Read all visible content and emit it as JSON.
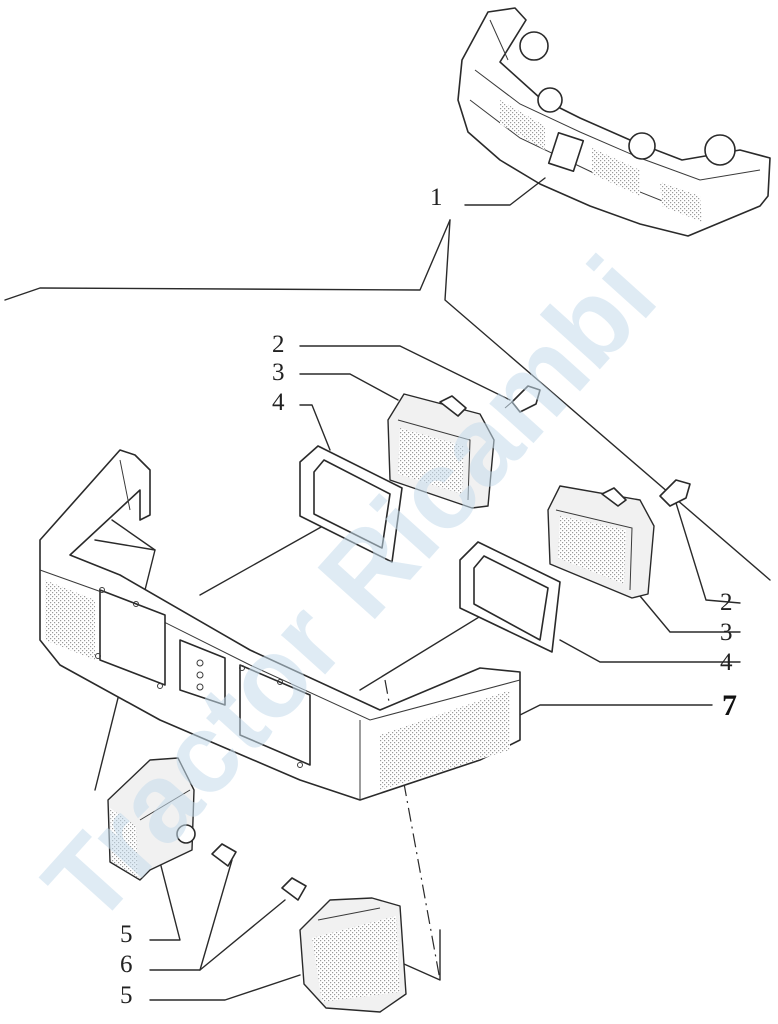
{
  "watermark": "Tractor Ricambi",
  "callouts": {
    "c1": "1",
    "c2a": "2",
    "c3a": "3",
    "c4a": "4",
    "c2b": "2",
    "c3b": "3",
    "c4b": "4",
    "c7": "7",
    "c5a": "5",
    "c6": "6",
    "c5b": "5"
  },
  "colors": {
    "line": "#2a2a2a",
    "watermark": "#c6dcec",
    "background": "#ffffff"
  }
}
